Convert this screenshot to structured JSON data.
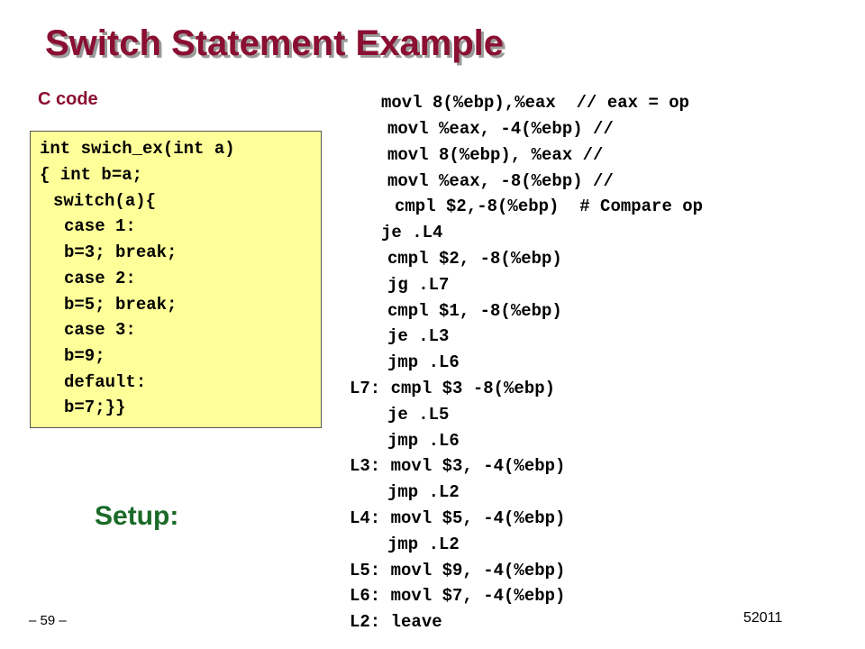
{
  "slide": {
    "title": "Switch Statement Example",
    "c_code_label": "C code",
    "setup_label": "Setup:",
    "page_number": "– 59 –",
    "footer_code": "52011"
  },
  "c_code": [
    "int swich_ex(int a)",
    "{ int b=a;",
    "switch(a){",
    "case 1:",
    "b=3; break;",
    "case 2:",
    "b=5; break;",
    "case 3:",
    "b=9;",
    "default:",
    "b=7;}}"
  ],
  "assembly": [
    "movl 8(%ebp),%eax  // eax = op",
    "movl %eax, -4(%ebp) //",
    "movl 8(%ebp), %eax //",
    "movl %eax, -8(%ebp) //",
    "cmpl $2,-8(%ebp)  # Compare op",
    "je .L4",
    "cmpl $2, -8(%ebp)",
    "jg .L7",
    "cmpl $1, -8(%ebp)",
    "je .L3",
    "jmp .L6",
    "L7: cmpl $3 -8(%ebp)",
    "je .L5",
    "jmp .L6",
    "L3: movl $3, -4(%ebp)",
    "jmp .L2",
    "L4: movl $5, -4(%ebp)",
    "jmp .L2",
    "L5: movl $9, -4(%ebp)",
    "L6: movl $7, -4(%ebp)",
    "L2: leave"
  ]
}
